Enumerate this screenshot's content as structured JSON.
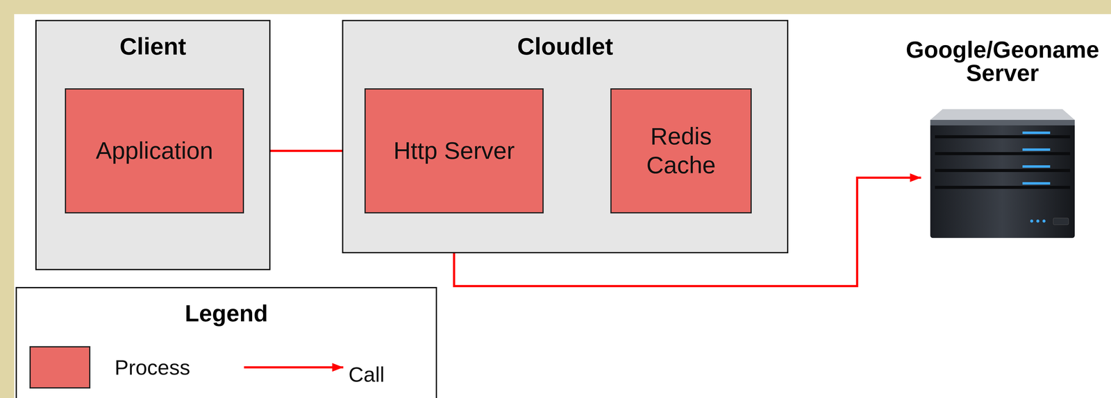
{
  "diagram": {
    "nodes": [
      {
        "text": [
          "Client"
        ]
      },
      {
        "text": [
          "Application"
        ],
        "in": 0
      },
      {
        "text": [
          "Cloudlet"
        ]
      },
      {
        "text": [
          "Http Server"
        ],
        "in": 2
      },
      {
        "text": [
          "Redis Cache"
        ],
        "in": 2
      },
      {
        "text": [
          "Google/Geoname Server"
        ]
      }
    ],
    "edges": [
      {
        "from": 1,
        "to": 3,
        "arrow": "to"
      },
      {
        "from": 3,
        "to": 4,
        "arrow": "to"
      },
      {
        "from": 3,
        "to": 5,
        "arrow": "to"
      }
    ],
    "labels": [
      "Legend"
    ],
    "legend": [
      {
        "text": "Process",
        "color": "#ea6b66"
      },
      {
        "text": "Call"
      }
    ]
  }
}
